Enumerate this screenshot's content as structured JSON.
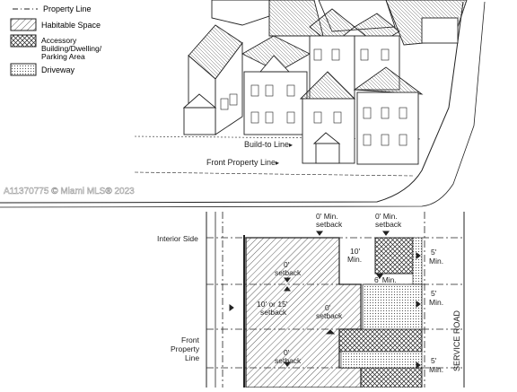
{
  "legend": {
    "property_line": "Property Line",
    "habitable_space": "Habitable Space",
    "accessory": [
      "Accessory",
      "Building/Dwelling/",
      "Parking Area"
    ],
    "driveway": "Driveway"
  },
  "rendering_labels": {
    "build_to_line": "Build-to Line",
    "front_property_line": "Front Property Line"
  },
  "watermark": "A11370775 © Miami MLS® 2023",
  "plan_labels": {
    "min_setback_left": [
      "0' Min.",
      "setback"
    ],
    "min_setback_right": [
      "0' Min.",
      "setback"
    ],
    "interior_side": "Interior Side",
    "ten_min": [
      "10'",
      "Min."
    ],
    "five_min_top": [
      "5'",
      "Min."
    ],
    "zero_setback_a": [
      "0'",
      "setback"
    ],
    "six_min": "6' Min.",
    "ten_fifteen": [
      "10' or 15'",
      "setback"
    ],
    "zero_setback_b": [
      "0'",
      "setback"
    ],
    "five_min_mid": [
      "5'",
      "Min."
    ],
    "front_property_line": [
      "Front",
      "Property",
      "Line"
    ],
    "zero_setback_c": [
      "0'",
      "setback"
    ],
    "five_min_bottom": [
      "5'",
      "Min."
    ],
    "service_road": "SERVICE ROAD"
  }
}
